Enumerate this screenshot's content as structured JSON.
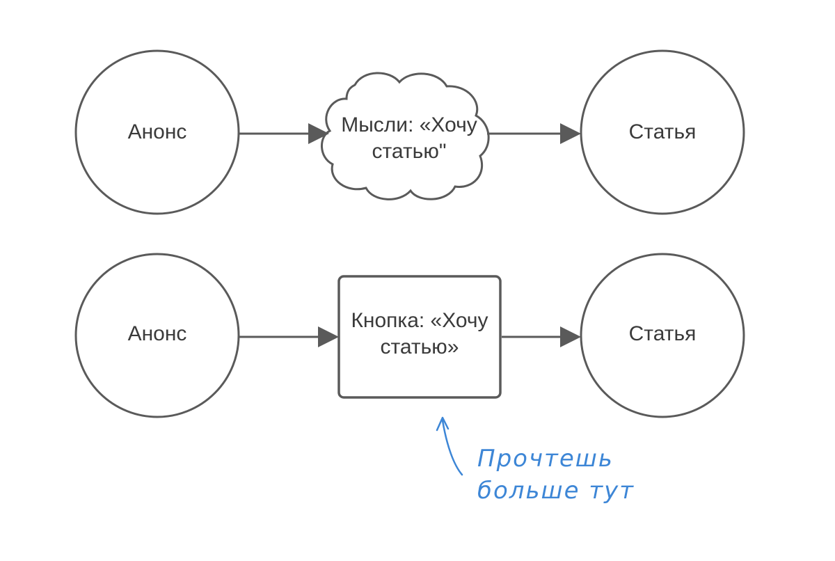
{
  "diagram": {
    "row_top": {
      "source": "Анонс",
      "middle": "Мысли: «Хочу статью\"",
      "target": "Статья"
    },
    "row_bottom": {
      "source": "Анонс",
      "middle": "Кнопка: «Хочу статью»",
      "target": "Статья"
    },
    "annotation": "Прочтешь\nбольше тут",
    "colors": {
      "stroke": "#5a5a5a",
      "text": "#3a3a3a",
      "annotation": "#3d86d6"
    }
  }
}
